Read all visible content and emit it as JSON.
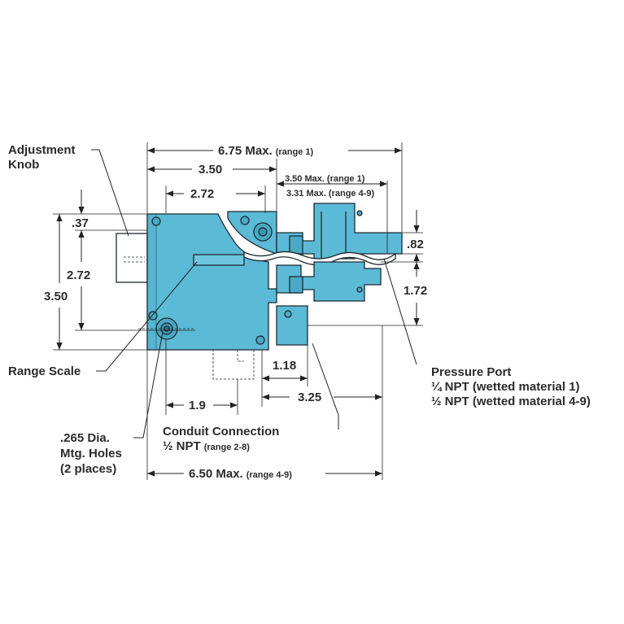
{
  "colors": {
    "body": "#5bbad6",
    "body_dark": "#3f9fbd",
    "line": "#222222"
  },
  "dimensions": {
    "overall_max_range1": {
      "value": "6.75 Max.",
      "note": "(range 1)"
    },
    "width_350": "3.50",
    "width_272": "2.72",
    "port_range1": {
      "value": "3.50 Max.",
      "note": "(range 1)"
    },
    "port_range49": {
      "value": "3.31 Max.",
      "note": "(range 4-9)"
    },
    "offset_037": ".37",
    "height_272": "2.72",
    "height_350": "3.50",
    "port_082": ".82",
    "port_172": "1.72",
    "conduit_118": "1.18",
    "width_19": "1.9",
    "width_325": "3.25",
    "overall_max_range49": {
      "value": "6.50 Max.",
      "note": "(range 4-9)"
    }
  },
  "callouts": {
    "adjustment_knob": [
      "Adjustment",
      "Knob"
    ],
    "range_scale": "Range Scale",
    "mtg_holes": [
      ".265 Dia.",
      "Mtg. Holes",
      "(2 places)"
    ],
    "conduit": {
      "title": "Conduit Connection",
      "value": "½ NPT",
      "note": "(range 2-8)"
    },
    "pressure_port": {
      "title": "Pressure Port",
      "line1": "¼ NPT (wetted material 1)",
      "line2": "½ NPT (wetted material 4-9)"
    }
  }
}
